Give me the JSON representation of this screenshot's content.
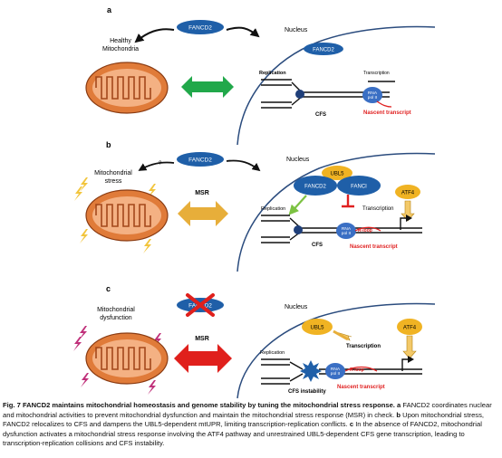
{
  "panels": [
    {
      "letter": "a",
      "fancd2": "FANCD2",
      "fancd2_nucleus": "FANCD2",
      "mito_label_lines": [
        "Healthy",
        "Mitochondria"
      ],
      "nucleus": "Nucleus",
      "replication": "Replication",
      "transcription": "Transcription",
      "rna_pol_lines": [
        "RNA",
        "pol II"
      ],
      "nascent": "Nascent transcript",
      "cfs": "CFS"
    },
    {
      "letter": "b",
      "question": "?",
      "fancd2": "FANCD2",
      "mito_label_lines": [
        "Mitochondrial",
        "stress"
      ],
      "nucleus": "Nucleus",
      "msr": "MSR",
      "ubl5": "UBL5",
      "fancd2_nucleus": "FANCD2",
      "fanci": "FANCI",
      "atf4": "ATF4",
      "replication": "Replication",
      "transcription": "Transcription",
      "rna_pol_lines": [
        "RNA",
        "pol II"
      ],
      "rloop": "R-loop",
      "nascent": "Nascent transcript",
      "cfs": "CFS"
    },
    {
      "letter": "c",
      "fancd2": "FANCD2",
      "mito_label_lines": [
        "Mitochondrial",
        "dysfunction"
      ],
      "nucleus": "Nucleus",
      "msr": "MSR",
      "ubl5": "UBL5",
      "atf4": "ATF4",
      "replication": "Replication",
      "transcription": "Transcription",
      "rna_pol_lines": [
        "RNA",
        "pol II"
      ],
      "rloop": "R-loop",
      "nascent": "Nascent transcript",
      "cfs": "CFS instability"
    }
  ],
  "caption": {
    "bold": "Fig. 7 FANCD2 maintains mitochondrial homeostasis and genome stability by tuning the mitochondrial stress response.",
    "a_letter": "a",
    "a_text": "FANCD2 coordinates nuclear and mitochondrial activities to prevent mitochondrial dysfunction and maintain the mitochondrial stress response (MSR) in check.",
    "b_letter": "b",
    "b_text": "Upon mitochondrial stress, FANCD2 relocalizes to CFS and dampens the UBL5-dependent mtUPR, limiting transcription-replication conflicts.",
    "c_letter": "c",
    "c_text": "In the absence of FANCD2, mitochondrial dysfunction activates a mitochondrial stress response involving the ATF4 pathway and unrestrained UBL5-dependent CFS gene transcription, leading to transcription-replication collisions and CFS instability."
  },
  "colors": {
    "fancd2_blue": "#1f5fa8",
    "nucleus_line": "#2b4c7e",
    "mito_orange": "#e07b39",
    "mito_inner": "#f4b183",
    "arrow_green": "#21a84a",
    "arrow_yellow": "#e7ae3a",
    "arrow_red": "#e0201c",
    "ubl5_yellow": "#f0b323",
    "bolt_yellow": "#f2c53d",
    "bolt_magenta": "#c0307a",
    "nascent_red": "#e02020",
    "rna_pol_blue": "#3a6fc4"
  }
}
